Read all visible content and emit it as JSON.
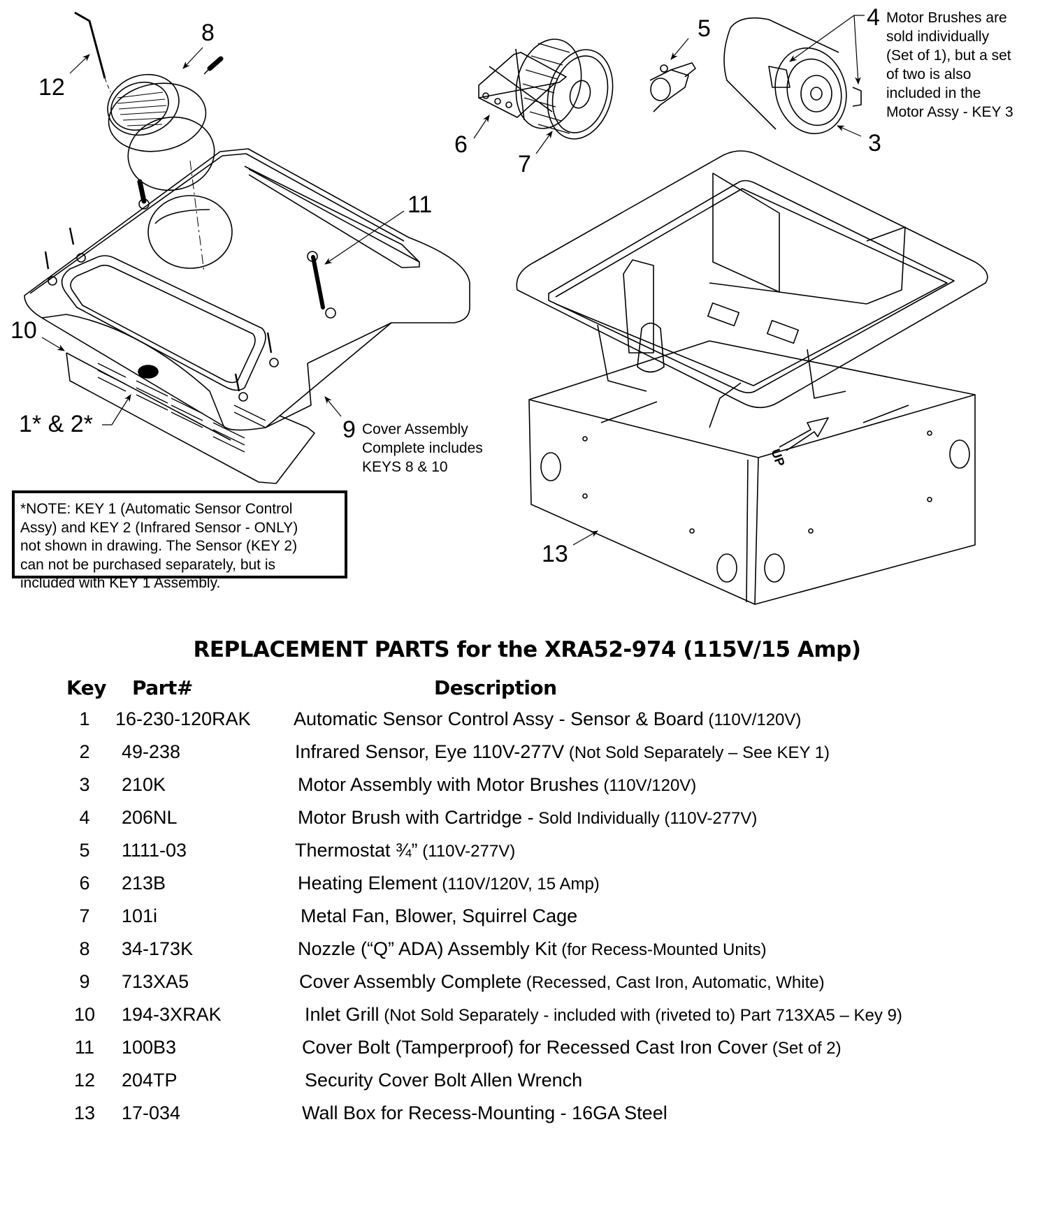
{
  "diagram": {
    "callouts": {
      "k1_2": "1* & 2*",
      "k3": "3",
      "k4": "4",
      "k5": "5",
      "k6": "6",
      "k7": "7",
      "k8": "8",
      "k9": "9",
      "k10": "10",
      "k11": "11",
      "k12": "12",
      "k13": "13"
    },
    "up_label": "UP",
    "motor_brush_note": [
      "Motor Brushes are",
      "sold individually",
      "(Set of 1), but a set",
      "of two is also",
      "included in the",
      "Motor Assy - KEY 3"
    ],
    "cover_note": [
      "Cover Assembly",
      "Complete includes",
      "KEYS 8 & 10"
    ],
    "sensor_note": [
      "*NOTE: KEY 1 (Automatic Sensor Control",
      "Assy) and KEY 2 (Infrared Sensor - ONLY)",
      "not shown in drawing.  The Sensor (KEY 2)",
      "can not be purchased separately, but is",
      "included with KEY 1 Assembly."
    ]
  },
  "parts_table": {
    "title": "REPLACEMENT PARTS for the XRA52-974 (115V/15 Amp)",
    "headers": {
      "key": "Key",
      "part": "Part#",
      "description": "Description"
    },
    "rows": [
      {
        "key": "1",
        "part": "16-230-120RAK",
        "desc": "Automatic Sensor Control Assy - Sensor & Board",
        "detail": " (110V/120V)"
      },
      {
        "key": "2",
        "part": "49-238",
        "desc": "Infrared Sensor, Eye 110V-277V",
        "detail": " (Not Sold Separately – See KEY 1)"
      },
      {
        "key": "3",
        "part": "210K",
        "desc": "Motor Assembly with Motor Brushes",
        "detail": " (110V/120V)"
      },
      {
        "key": "4",
        "part": "206NL",
        "desc": "Motor Brush with Cartridge -",
        "detail": " Sold Individually (110V-277V)"
      },
      {
        "key": "5",
        "part": "1111-03",
        "desc": "Thermostat ¾”",
        "detail": " (110V-277V)"
      },
      {
        "key": "6",
        "part": "213B",
        "desc": "Heating Element",
        "detail": " (110V/120V, 15 Amp)"
      },
      {
        "key": "7",
        "part": "101i",
        "desc": "Metal Fan, Blower, Squirrel Cage",
        "detail": ""
      },
      {
        "key": "8",
        "part": "34-173K",
        "desc": "Nozzle (“Q” ADA) Assembly Kit",
        "detail": " (for Recess-Mounted Units)"
      },
      {
        "key": "9",
        "part": "713XA5",
        "desc": "Cover Assembly Complete",
        "detail": " (Recessed, Cast Iron, Automatic, White)"
      },
      {
        "key": "10",
        "part": "194-3XRAK",
        "desc": "Inlet Grill",
        "detail": " (Not Sold Separately - included with (riveted to) Part 713XA5 – Key 9)"
      },
      {
        "key": "11",
        "part": "100B3",
        "desc": "Cover Bolt (Tamperproof) for Recessed Cast Iron Cover",
        "detail": " (Set of 2)"
      },
      {
        "key": "12",
        "part": "204TP",
        "desc": "Security Cover Bolt Allen Wrench",
        "detail": ""
      },
      {
        "key": "13",
        "part": "17-034",
        "desc": "Wall Box for Recess-Mounting - 16GA Steel",
        "detail": ""
      }
    ]
  }
}
